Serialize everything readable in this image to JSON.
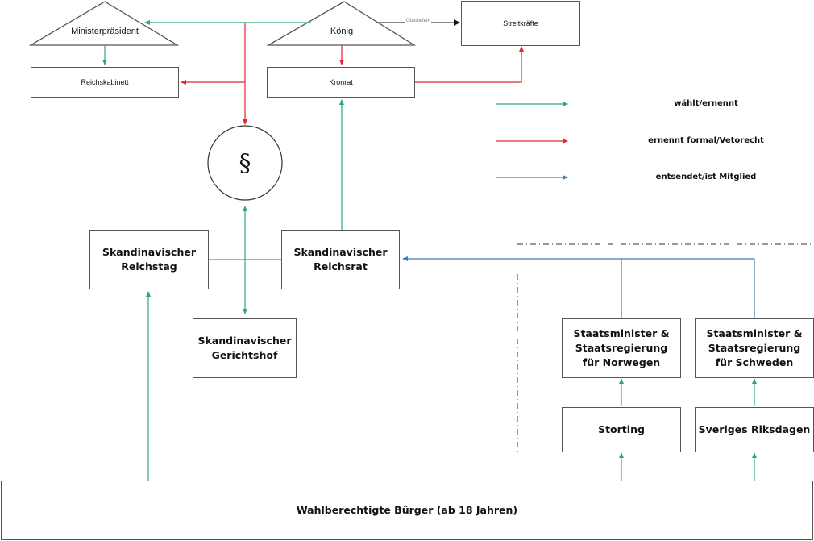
{
  "diagram": {
    "nodes": {
      "ministerpraesident": "Ministerpräsident",
      "koenig": "König",
      "streitkraefte": "Streitkräfte",
      "reichskabinett": "Reichskabinett",
      "kronrat": "Kronrat",
      "verfassung_symbol": "§",
      "reichstag": [
        "Skandinavischer",
        "Reichstag"
      ],
      "reichsrat": [
        "Skandinavischer",
        "Reichsrat"
      ],
      "gerichtshof": [
        "Skandinavischer",
        "Gerichtshof"
      ],
      "regierung_norwegen": [
        "Staatsminister &",
        "Staatsregierung",
        "für Norwegen"
      ],
      "regierung_schweden": [
        "Staatsminister &",
        "Staatsregierung",
        "für Schweden"
      ],
      "storting": "Storting",
      "riksdagen": "Sveriges Riksdagen",
      "buerger": "Wahlberechtigte Bürger (ab 18 Jahren)"
    },
    "edge_labels": {
      "oberbefehl": "Oberbefehl"
    },
    "legend": [
      {
        "label": "wählt/ernennt",
        "color": "#2eaa6e"
      },
      {
        "label": "ernennt formal/Vetorecht",
        "color": "#e0262e"
      },
      {
        "label": "entsendet/ist Mitglied",
        "color": "#3a7fb8"
      }
    ],
    "colors": {
      "green": "#2eaa6e",
      "red": "#e0262e",
      "blue": "#3a7fb8",
      "black": "#111111",
      "border": "#555555"
    }
  }
}
